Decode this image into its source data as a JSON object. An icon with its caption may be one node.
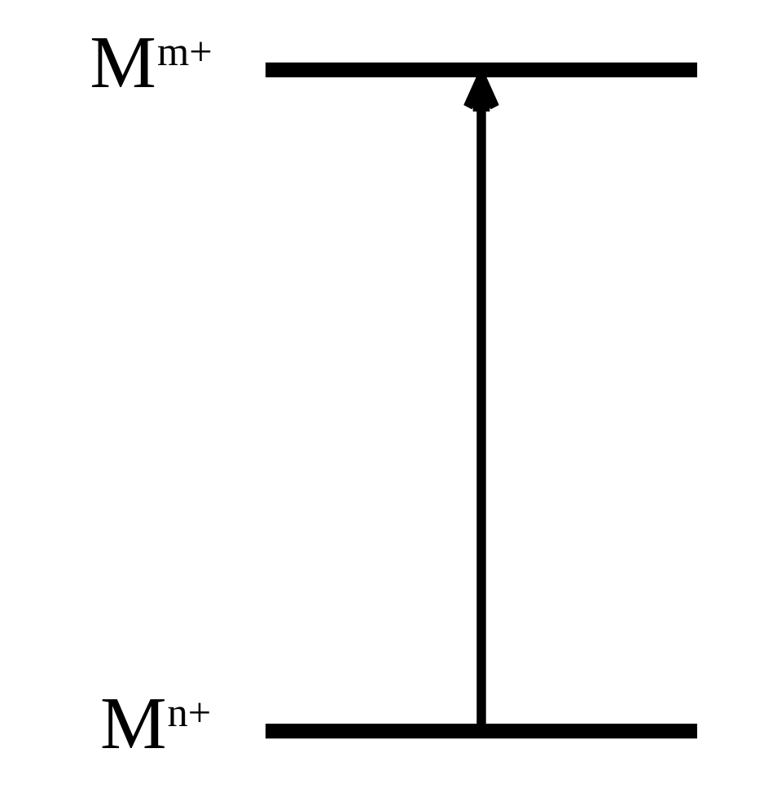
{
  "diagram": {
    "nodes": [
      {
        "text": [],
        "shape": "bar",
        "beside": [
          "M$^{m+}$"
        ]
      },
      {
        "text": [],
        "shape": "bar",
        "beside": [
          "M$^{n+}$"
        ]
      }
    ],
    "edges": [
      {
        "from": 1,
        "to": 0,
        "arrow": "to"
      }
    ]
  }
}
